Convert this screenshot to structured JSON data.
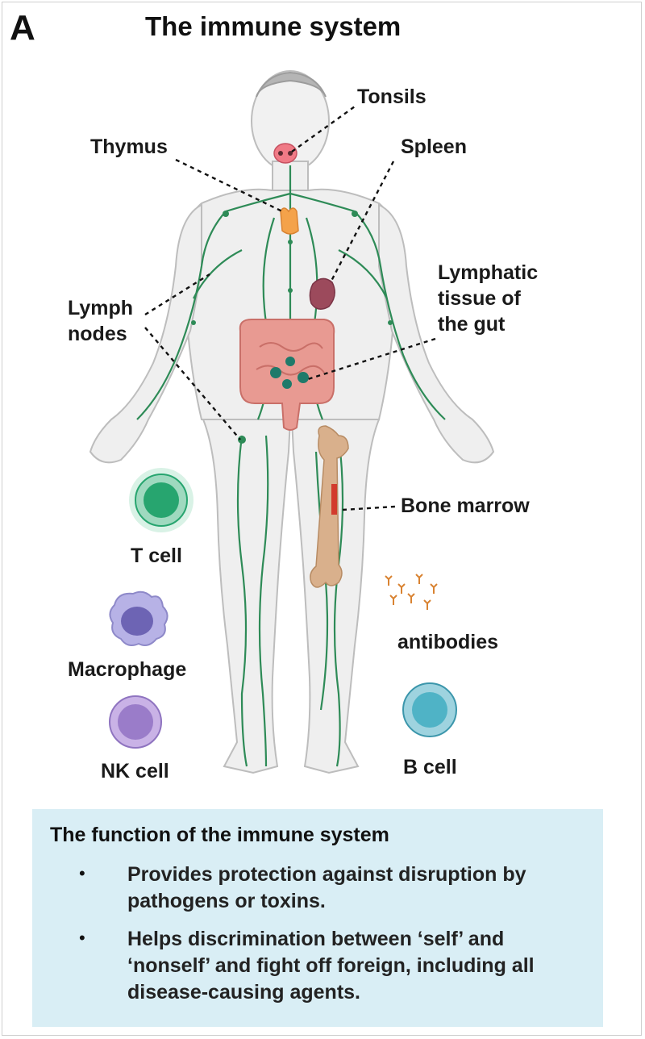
{
  "panel_letter": "A",
  "title": "The immune system",
  "labels": {
    "tonsils": "Tonsils",
    "thymus": "Thymus",
    "spleen": "Spleen",
    "lymph_nodes_1": "Lymph",
    "lymph_nodes_2": "nodes",
    "gut_1": "Lymphatic",
    "gut_2": "tissue of",
    "gut_3": "the gut",
    "bone_marrow": "Bone marrow",
    "t_cell": "T cell",
    "macrophage": "Macrophage",
    "nk_cell": "NK cell",
    "antibodies": "antibodies",
    "b_cell": "B cell"
  },
  "info": {
    "heading": "The function  of the immune system",
    "bullets": [
      "Provides protection against disruption by pathogens or toxins.",
      "Helps discrimination between ‘self’ and ‘nonself’ and fight off foreign, including all disease-causing agents."
    ],
    "bullet_glyph": "•"
  },
  "colors": {
    "body": "#e9e9e9",
    "lymph": "#2e8b57",
    "thymus": "#f4a24a",
    "spleen": "#9c4a5c",
    "intestine": "#e89a92",
    "bone": "#d9b08c",
    "t_cell": "#27a56f",
    "macrophage": "#b7b2e6",
    "nk_cell": "#b79ad9",
    "b_cell": "#4fb3c6",
    "info_bg": "#d9eef5"
  }
}
